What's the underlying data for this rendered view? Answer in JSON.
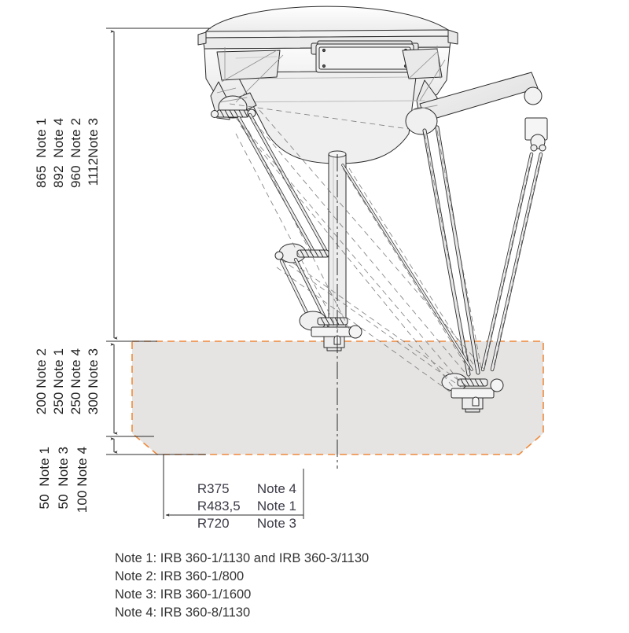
{
  "drawing": {
    "title": "IRB 360 FlexPicker working range side view",
    "colors": {
      "envelope_stroke": "#ef8a3c",
      "envelope_fill": "#e6e4e3",
      "line": "#2b2b2b",
      "body_fill": "#efefef",
      "arm_fill": "#e2e2e2",
      "text": "#2b2b2b"
    }
  },
  "vertical_dimensions_upper": [
    {
      "value": "865",
      "note": "Note 1"
    },
    {
      "value": "892",
      "note": "Note 4"
    },
    {
      "value": "960",
      "note": "Note 2"
    },
    {
      "value": "1112",
      "note": "Note 3"
    }
  ],
  "vertical_dimensions_middle": [
    {
      "value": "200",
      "note": "Note 2"
    },
    {
      "value": "250",
      "note": "Note 1"
    },
    {
      "value": "250",
      "note": "Note 4"
    },
    {
      "value": "300",
      "note": "Note 3"
    }
  ],
  "vertical_dimensions_lower": [
    {
      "value": "50",
      "note": "Note 1"
    },
    {
      "value": "50",
      "note": "Note 3"
    },
    {
      "value": "100",
      "note": "Note 4"
    }
  ],
  "radius_dimensions": [
    {
      "value": "R375",
      "note": "Note 4"
    },
    {
      "value": "R483,5",
      "note": "Note 1"
    },
    {
      "value": "R720",
      "note": "Note 3"
    }
  ],
  "notes": [
    "Note 1: IRB 360-1/1130 and IRB 360-3/1130",
    "Note 2: IRB 360-1/800",
    "Note 3: IRB 360-1/1600",
    "Note 4: IRB 360-8/1130"
  ]
}
